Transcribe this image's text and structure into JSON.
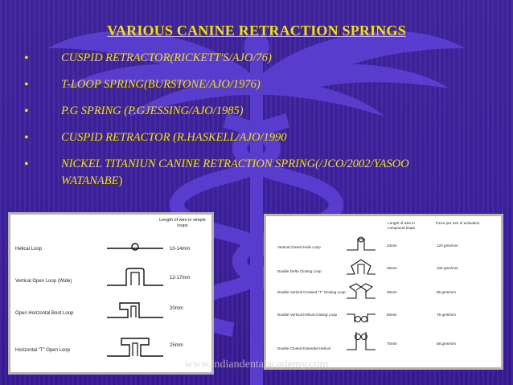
{
  "slide": {
    "title": "VARIOUS CANINE RETRACTION SPRINGS",
    "bullet_glyph": "•",
    "bullets": [
      "CUSPID RETRACTOR(RICKETT'S/AJO/76)",
      "T-LOOP SPRING(BURSTONE/AJO/1976)",
      "P.G SPRING  (P.GJESSING/AJO/1985)",
      "CUSPID RETRACTOR (R.HASKELL/AJO/1990",
      "NICKEL TITANIUN CANINE RETRACTION SPRING(/JCO/2002/YASOO"
    ],
    "bullet_last_line2": "WATANABE",
    "bullet_last_line2_suffix": ")",
    "watermark": "www.indiandentalacademy.com"
  },
  "left_table": {
    "header": "Length of wire in simple loops",
    "rows": [
      {
        "label": "Helical Loop",
        "value": "10-14mm",
        "icon": "helical-loop-icon"
      },
      {
        "label": "Vertical Open Loop (Wide)",
        "value": "12-17mm",
        "icon": "vertical-open-loop-icon"
      },
      {
        "label": "Open Horizontal Boot Loop",
        "value": "20mm",
        "icon": "boot-loop-icon"
      },
      {
        "label": "Horizontal \"T\" Open Loop",
        "value": "25mm",
        "icon": "t-loop-icon"
      }
    ]
  },
  "right_table": {
    "header_length": "Length of wire in compound loops",
    "header_force": "Force per mm of activation",
    "rows": [
      {
        "label": "Vertical Closed Helix Loop",
        "length": "24mm",
        "force": "120 gms/mm",
        "icon": "closed-helix-loop-icon"
      },
      {
        "label": "Double Delta Closing Loop",
        "length": "35mm",
        "force": "106 gms/mm",
        "icon": "double-delta-loop-icon"
      },
      {
        "label": "Double Vertical Crossed \"T\" Closing Loop",
        "length": "40mm",
        "force": "86 gms/mm",
        "icon": "crossed-t-loop-icon"
      },
      {
        "label": "Double Vertical Helical Closing Loop",
        "length": "60mm",
        "force": "75 gms/mm",
        "icon": "double-helical-loop-icon"
      },
      {
        "label": "Double Closed Extended Helical",
        "length": "70mm",
        "force": "58 gms/mm",
        "icon": "extended-helical-loop-icon"
      }
    ]
  },
  "colors": {
    "background": "#3a1f9a",
    "text": "#f3e300",
    "caduceus": "#5a3fd0"
  }
}
